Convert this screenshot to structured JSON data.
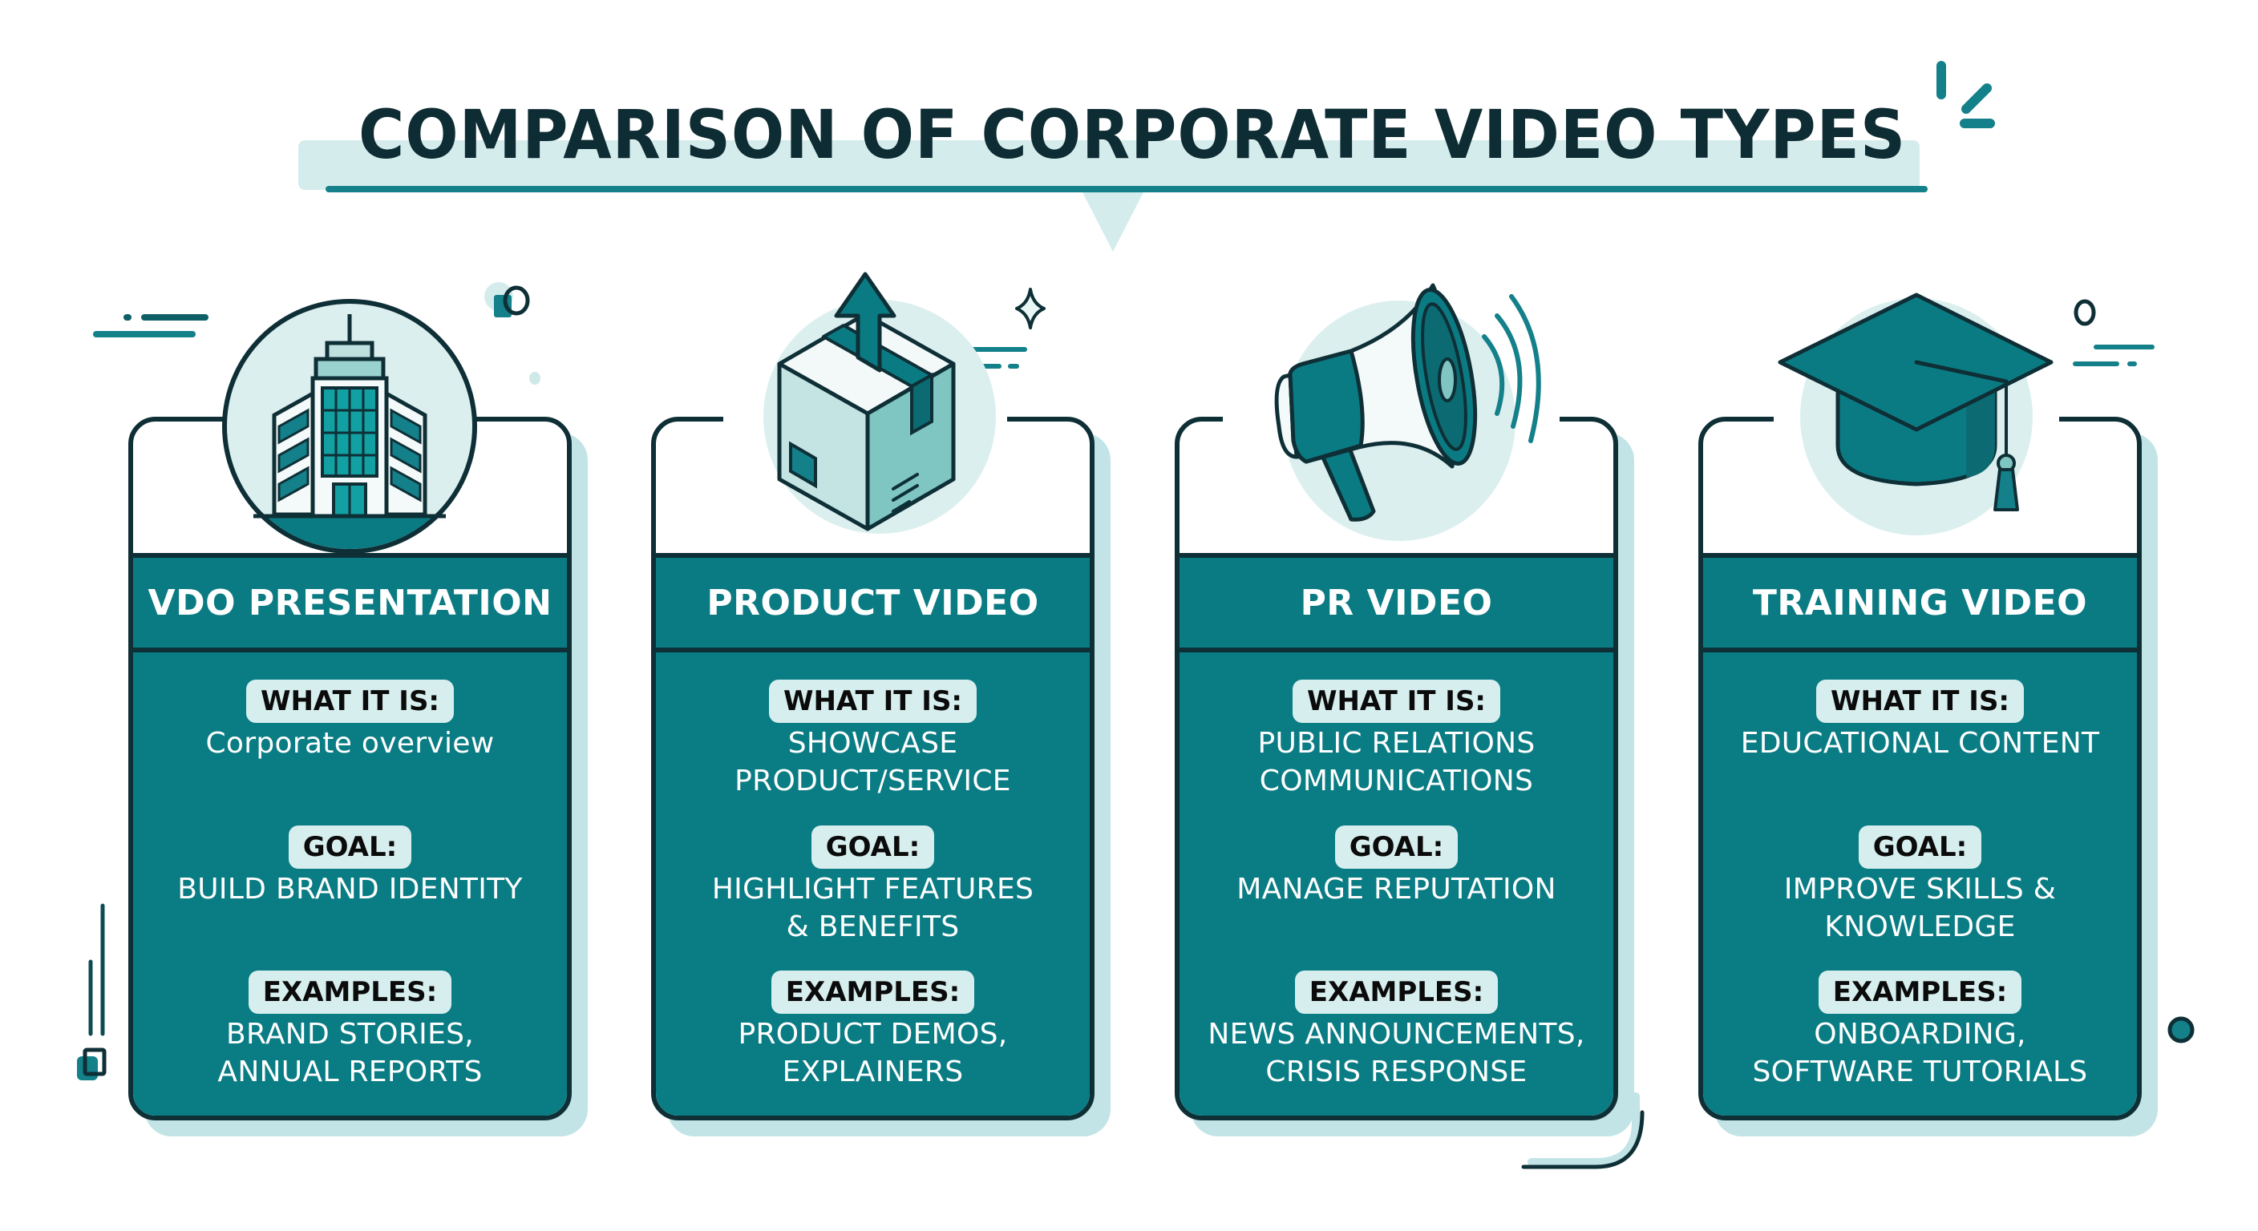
{
  "title": "COMPARISON OF CORPORATE VIDEO TYPES",
  "colors": {
    "teal": "#0a7c84",
    "dark_outline": "#0e2f36",
    "light_teal": "#d5eced",
    "shadow": "#c2e4e6",
    "title_text": "#0e2c33"
  },
  "labels": {
    "what": "WHAT IT IS:",
    "goal": "GOAL:",
    "examples": "EXAMPLES:"
  },
  "cards": [
    {
      "icon": "office-building-icon",
      "title": "VDO PRESENTATION",
      "what": "Corporate overview",
      "goal": "BUILD BRAND IDENTITY",
      "examples": "BRAND STORIES,\nANNUAL REPORTS"
    },
    {
      "icon": "product-box-icon",
      "title": "PRODUCT VIDEO",
      "what": "SHOWCASE\nPRODUCT/SERVICE",
      "goal": "HIGHLIGHT FEATURES\n& BENEFITS",
      "examples": "PRODUCT DEMOS,\nEXPLAINERS"
    },
    {
      "icon": "megaphone-icon",
      "title": "PR VIDEO",
      "what": "PUBLIC RELATIONS\nCOMMUNICATIONS",
      "goal": "MANAGE REPUTATION",
      "examples": "NEWS ANNOUNCEMENTS,\nCRISIS RESPONSE"
    },
    {
      "icon": "graduation-cap-icon",
      "title": "TRAINING VIDEO",
      "what": "EDUCATIONAL CONTENT",
      "goal": "IMPROVE SKILLS &\nKNOWLEDGE",
      "examples": "ONBOARDING,\nSOFTWARE TUTORIALS"
    }
  ]
}
